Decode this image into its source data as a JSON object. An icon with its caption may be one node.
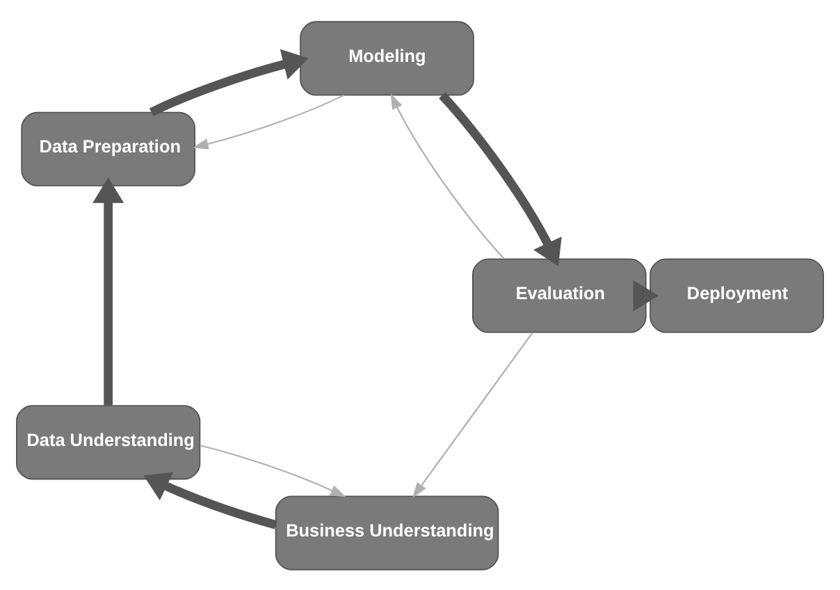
{
  "diagram": {
    "nodes": [
      {
        "text": [
          "Business Understanding"
        ]
      },
      {
        "text": [
          "Data Understanding"
        ]
      },
      {
        "text": [
          "Deployment"
        ]
      },
      {
        "text": [
          "Data Preparation"
        ]
      },
      {
        "text": [
          "Evaluation"
        ]
      },
      {
        "text": [
          "Modeling"
        ]
      }
    ],
    "edges": [
      {
        "from": 0,
        "to": 1,
        "arrow": "to",
        "style": "thick"
      },
      {
        "from": 1,
        "to": 0,
        "arrow": "to",
        "color": "#b0b0b0"
      },
      {
        "from": 1,
        "to": 3,
        "arrow": "to",
        "style": "thick"
      },
      {
        "from": 3,
        "to": 5,
        "arrow": "to",
        "style": "thick"
      },
      {
        "from": 5,
        "to": 3,
        "arrow": "to",
        "color": "#b0b0b0"
      },
      {
        "from": 5,
        "to": 4,
        "arrow": "to",
        "style": "thick"
      },
      {
        "from": 4,
        "to": 0,
        "arrow": "to",
        "color": "#b0b0b0"
      },
      {
        "from": 4,
        "to": 5,
        "arrow": "to",
        "color": "#b0b0b0"
      },
      {
        "from": 4,
        "to": 2,
        "arrow": "to",
        "style": "thick"
      }
    ]
  }
}
